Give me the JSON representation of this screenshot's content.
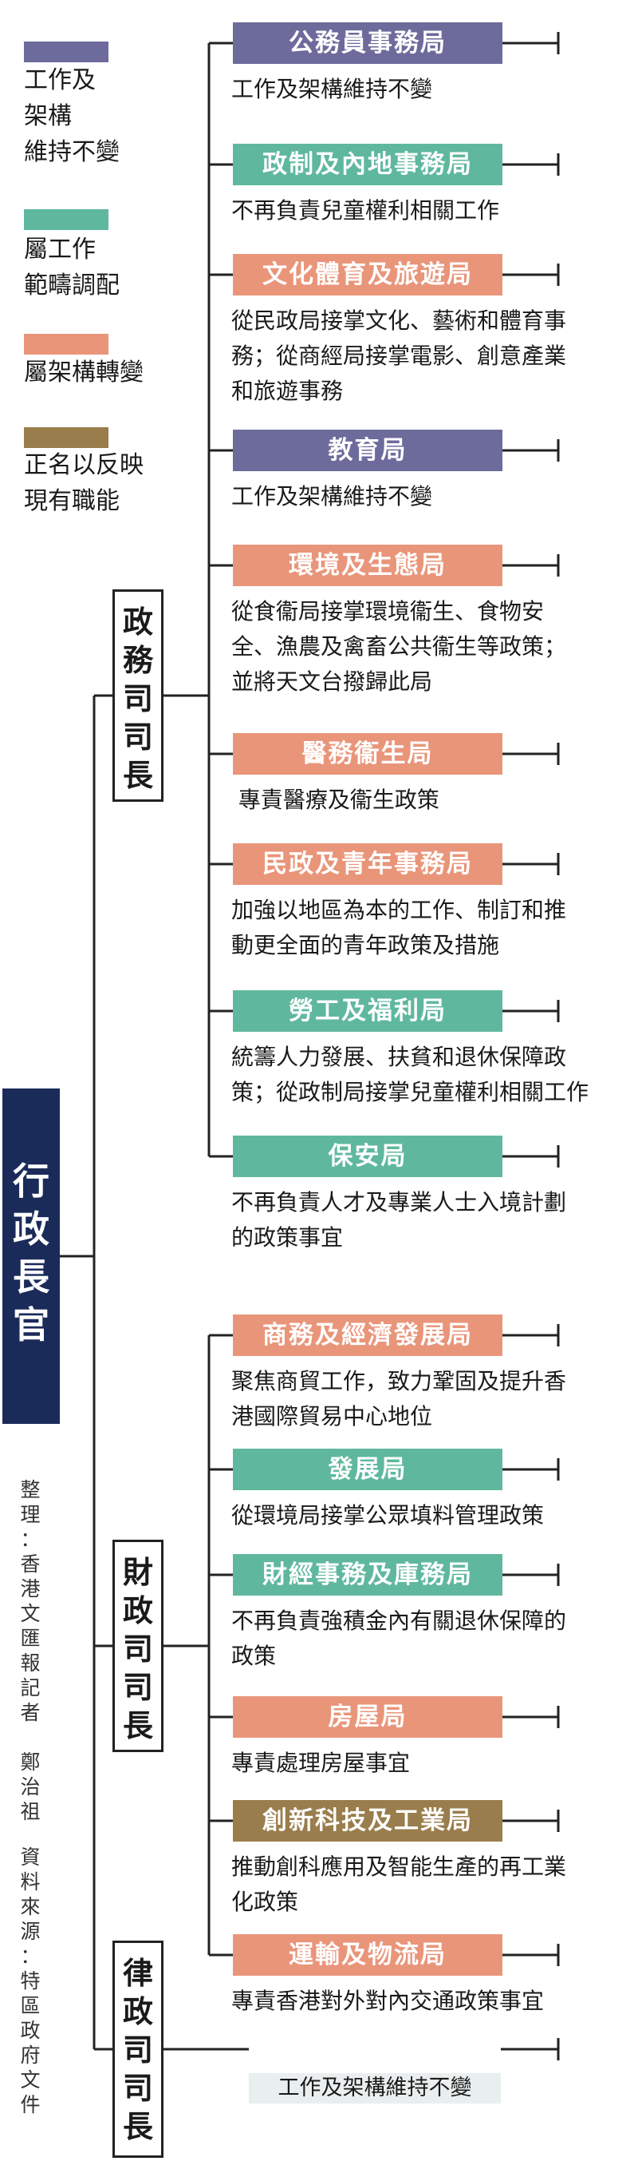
{
  "legend": [
    {
      "label": "工作及架構維持不變",
      "lines": [
        "工作及",
        "架構",
        "維持不變"
      ],
      "color": "#6d6b9c"
    },
    {
      "label": "屬工作範疇調配",
      "lines": [
        "屬工作",
        "範疇調配"
      ],
      "color": "#5fb89d"
    },
    {
      "label": "屬架構轉變",
      "lines": [
        "屬架構轉變"
      ],
      "color": "#e9957a"
    },
    {
      "label": "正名以反映現有職能",
      "lines": [
        "正名以反映",
        "現有職能"
      ],
      "color": "#9a7d4c"
    }
  ],
  "chief_executive": {
    "label": "行政長官",
    "chars": [
      "行",
      "政",
      "長",
      "官"
    ]
  },
  "secretaries": [
    {
      "label": "政務司司長",
      "chars": [
        "政",
        "務",
        "司",
        "司",
        "長"
      ]
    },
    {
      "label": "財政司司長",
      "chars": [
        "財",
        "政",
        "司",
        "司",
        "長"
      ]
    },
    {
      "label": "律政司司長",
      "chars": [
        "律",
        "政",
        "司",
        "司",
        "長"
      ]
    }
  ],
  "bureaus": [
    {
      "name": "公務員事務局",
      "type": "unchanged",
      "color": "#6d6b9c",
      "desc": [
        "工作及架構維持不變"
      ]
    },
    {
      "name": "政制及內地事務局",
      "type": "reallocated",
      "color": "#5fb89d",
      "desc": [
        "不再負責兒童權利相關工作"
      ]
    },
    {
      "name": "文化體育及旅遊局",
      "type": "restructured",
      "color": "#e9957a",
      "desc": [
        "從民政局接掌文化、藝術和體育事",
        "務；從商經局接掌電影、創意產業",
        "和旅遊事務"
      ]
    },
    {
      "name": "教育局",
      "type": "unchanged",
      "color": "#6d6b9c",
      "desc": [
        "工作及架構維持不變"
      ]
    },
    {
      "name": "環境及生態局",
      "type": "restructured",
      "color": "#e9957a",
      "desc": [
        "從食衞局接掌環境衞生、食物安",
        "全、漁農及禽畜公共衞生等政策；",
        "並將天文台撥歸此局"
      ]
    },
    {
      "name": "醫務衞生局",
      "type": "restructured",
      "color": "#e9957a",
      "desc": [
        " 專責醫療及衞生政策"
      ]
    },
    {
      "name": "民政及青年事務局",
      "type": "restructured",
      "color": "#e9957a",
      "desc": [
        "加強以地區為本的工作、制訂和推",
        "動更全面的青年政策及措施"
      ]
    },
    {
      "name": "勞工及福利局",
      "type": "reallocated",
      "color": "#5fb89d",
      "desc": [
        "統籌人力發展、扶貧和退休保障政",
        "策；從政制局接掌兒童權利相關工作"
      ]
    },
    {
      "name": "保安局",
      "type": "reallocated",
      "color": "#5fb89d",
      "desc": [
        "不再負責人才及專業人士入境計劃",
        "的政策事宜"
      ]
    },
    {
      "name": "商務及經濟發展局",
      "type": "restructured",
      "color": "#e9957a",
      "desc": [
        "聚焦商貿工作，致力鞏固及提升香",
        "港國際貿易中心地位"
      ]
    },
    {
      "name": "發展局",
      "type": "reallocated",
      "color": "#5fb89d",
      "desc": [
        "從環境局接掌公眾填料管理政策"
      ]
    },
    {
      "name": "財經事務及庫務局",
      "type": "reallocated",
      "color": "#5fb89d",
      "desc": [
        "不再負責強積金內有關退休保障的",
        "政策"
      ]
    },
    {
      "name": "房屋局",
      "type": "restructured",
      "color": "#e9957a",
      "desc": [
        "專責處理房屋事宜"
      ]
    },
    {
      "name": "創新科技及工業局",
      "type": "renamed",
      "color": "#9a7d4c",
      "desc": [
        "推動創科應用及智能生產的再工業",
        "化政策"
      ]
    },
    {
      "name": "運輸及物流局",
      "type": "restructured",
      "color": "#e9957a",
      "desc": [
        "專責香港對外對內交通政策事宜"
      ]
    }
  ],
  "doj_note": "工作及架構維持不變",
  "credits": {
    "compiler": {
      "label": "整理：香港文匯報記者　鄭治祖",
      "chars": [
        "整",
        "理",
        "：",
        "香",
        "港",
        "文",
        "匯",
        "報",
        "記",
        "者",
        "",
        "鄭",
        "治",
        "祖"
      ]
    },
    "source": {
      "label": "資料來源：特區政府文件",
      "chars": [
        "資",
        "料",
        "來",
        "源",
        "：",
        "特",
        "區",
        "政",
        "府",
        "文",
        "件"
      ]
    }
  }
}
